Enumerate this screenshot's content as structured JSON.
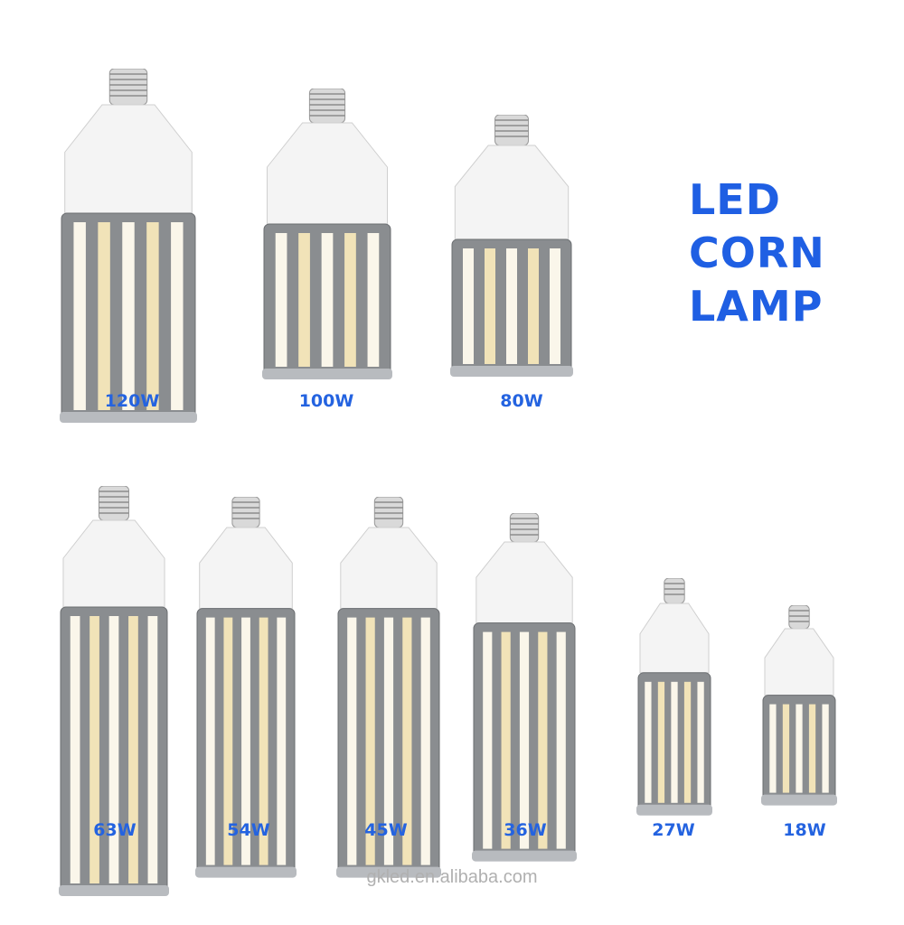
{
  "title": {
    "line1": "LED",
    "line2": "CORN",
    "line3": "LAMP"
  },
  "colors": {
    "accent": "#1f5fe3",
    "watermark": "#b0b0b0"
  },
  "products": [
    {
      "watt": "120W"
    },
    {
      "watt": "100W"
    },
    {
      "watt": "80W"
    },
    {
      "watt": "63W"
    },
    {
      "watt": "54W"
    },
    {
      "watt": "45W"
    },
    {
      "watt": "36W"
    },
    {
      "watt": "27W"
    },
    {
      "watt": "18W"
    }
  ],
  "watermark": "gkled.en.alibaba.com"
}
